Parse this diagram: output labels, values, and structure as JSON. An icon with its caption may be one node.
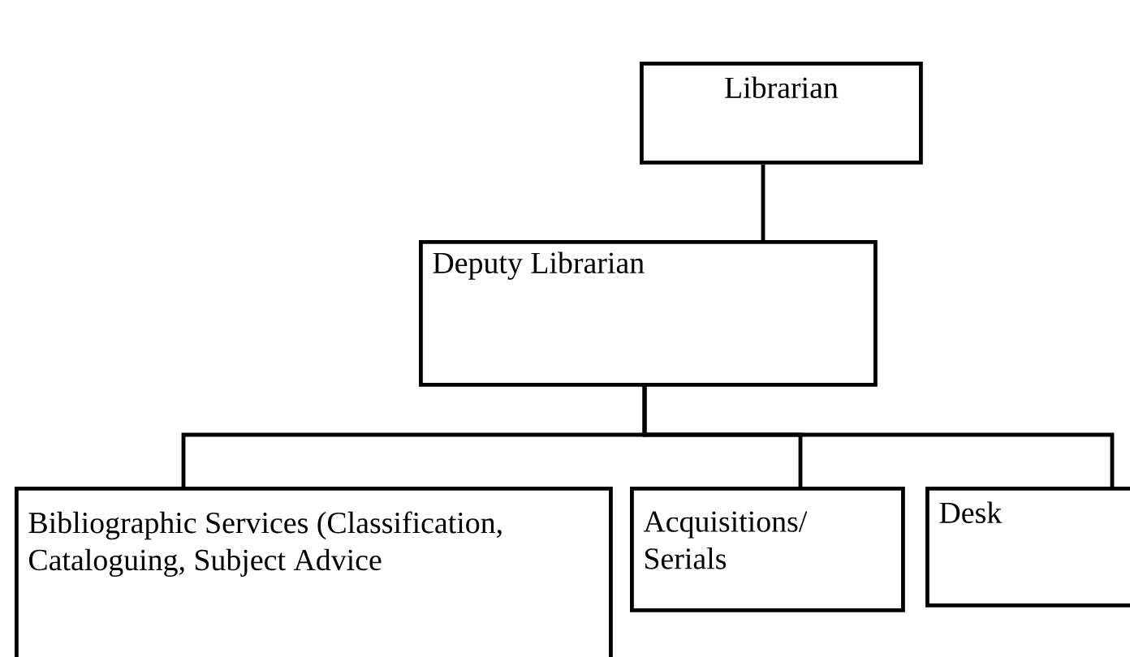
{
  "diagram": {
    "nodes": [
      {
        "text": [
          "Librarian"
        ]
      },
      {
        "text": [
          "Deputy Librarian"
        ]
      },
      {
        "text": [
          "Bibliographic Services (Classification, Cataloguing, Subject Advice"
        ]
      },
      {
        "text": [
          "Acquisitions/ Serials"
        ]
      },
      {
        "text": [
          "Desk"
        ]
      }
    ],
    "edges": [
      {
        "from": 0,
        "to": 1,
        "arrow": "none"
      },
      {
        "from": 1,
        "to": 2,
        "arrow": "none"
      },
      {
        "from": 1,
        "to": 3,
        "arrow": "none"
      },
      {
        "from": 1,
        "to": 4,
        "arrow": "none"
      }
    ]
  }
}
